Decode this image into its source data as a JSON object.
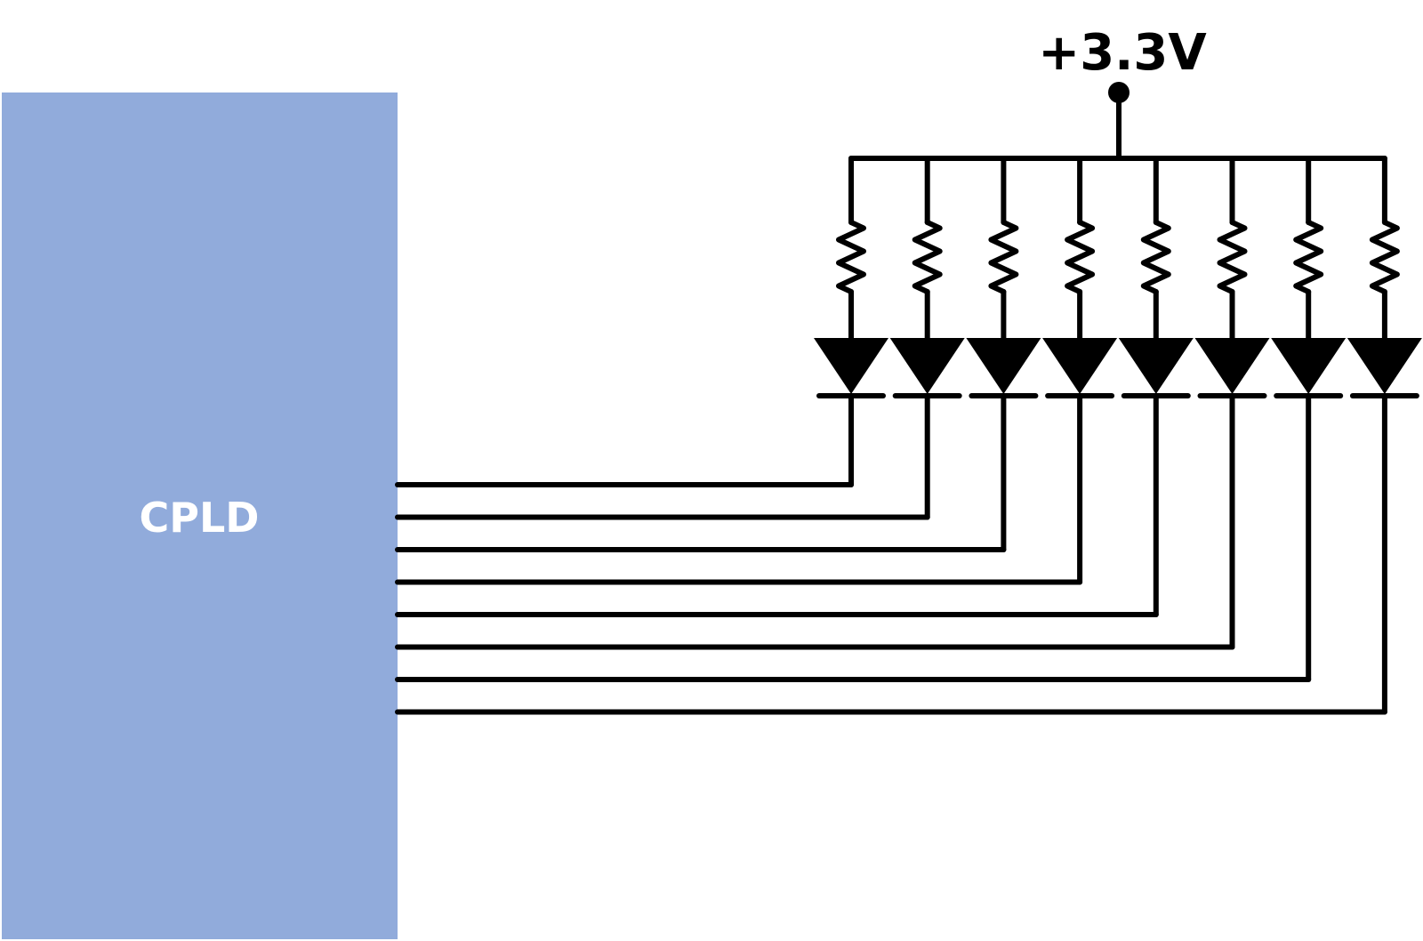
{
  "cpld": {
    "label": "CPLD",
    "fill": "#91abdb"
  },
  "supply": {
    "label": "+3.3V"
  },
  "circuit": {
    "led_count": 8,
    "wire_color": "#000000",
    "components": [
      "resistor-icon",
      "led-diode-icon"
    ]
  }
}
